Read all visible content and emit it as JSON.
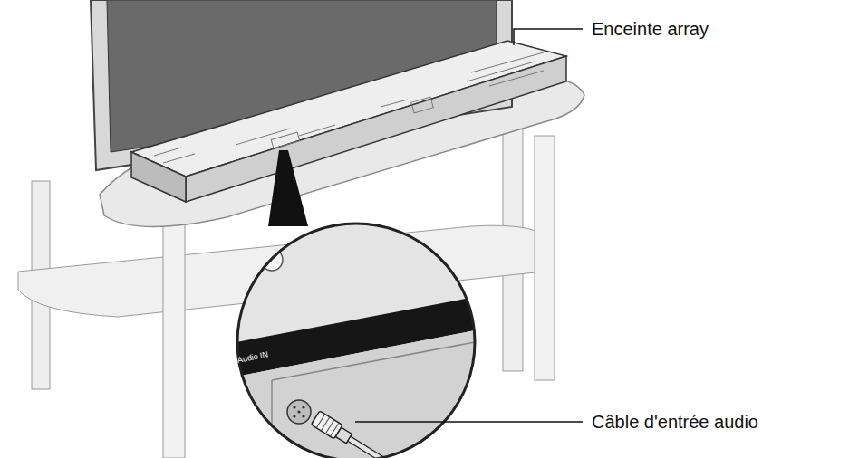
{
  "diagram": {
    "labels": [
      "Enceinte array",
      "Câble d'entrée audio",
      "Audio IN"
    ]
  }
}
